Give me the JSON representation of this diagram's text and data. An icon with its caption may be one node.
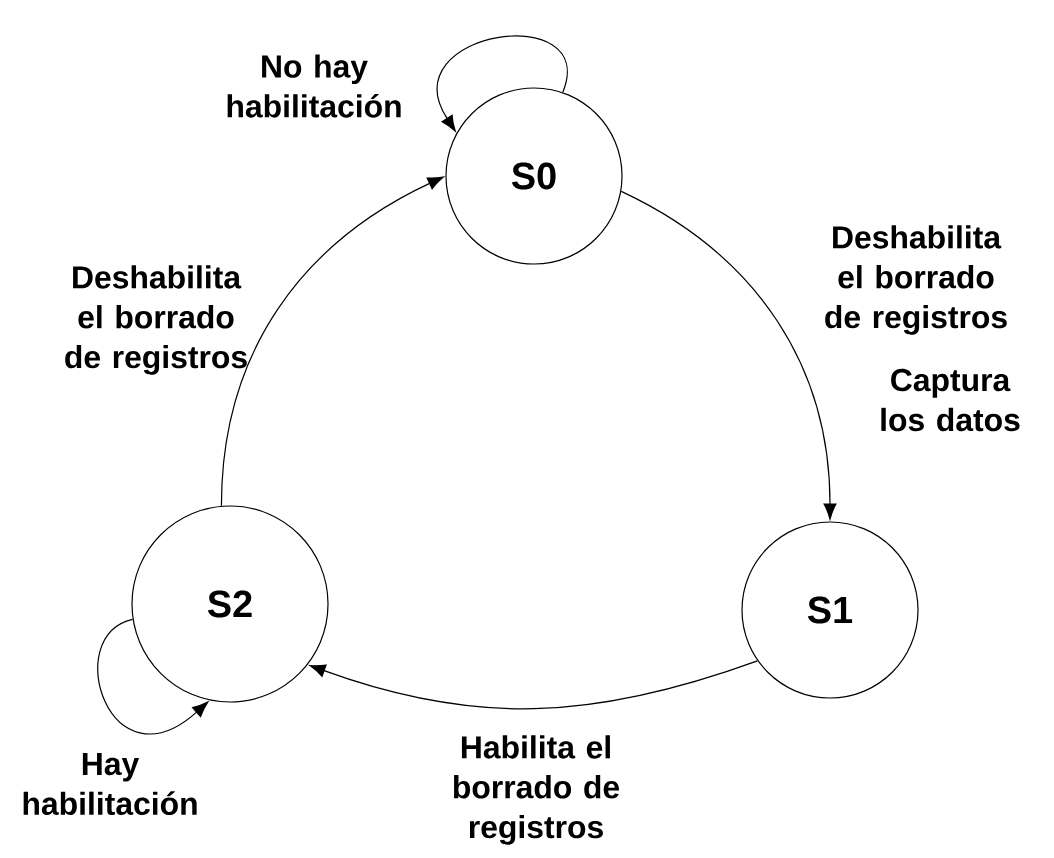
{
  "diagram": {
    "nodes": [
      {
        "text": [
          "S0"
        ]
      },
      {
        "text": [
          "S1"
        ]
      },
      {
        "text": [
          "S2"
        ]
      }
    ],
    "edges": [
      {
        "from": 0,
        "to": 0,
        "arrow": "to",
        "label": "No hay habilitación"
      },
      {
        "from": 0,
        "to": 1,
        "arrow": "to",
        "label": "Deshabilita el borrado de registros"
      },
      {
        "from": 1,
        "to": 2,
        "arrow": "to",
        "label": "Habilita el borrado de registros"
      },
      {
        "from": 2,
        "to": 0,
        "arrow": "to",
        "label": "Deshabilita el borrado de registros"
      },
      {
        "from": 2,
        "to": 2,
        "arrow": "to",
        "label": "Hay habilitación"
      }
    ],
    "labels": [
      "Captura los datos"
    ]
  }
}
